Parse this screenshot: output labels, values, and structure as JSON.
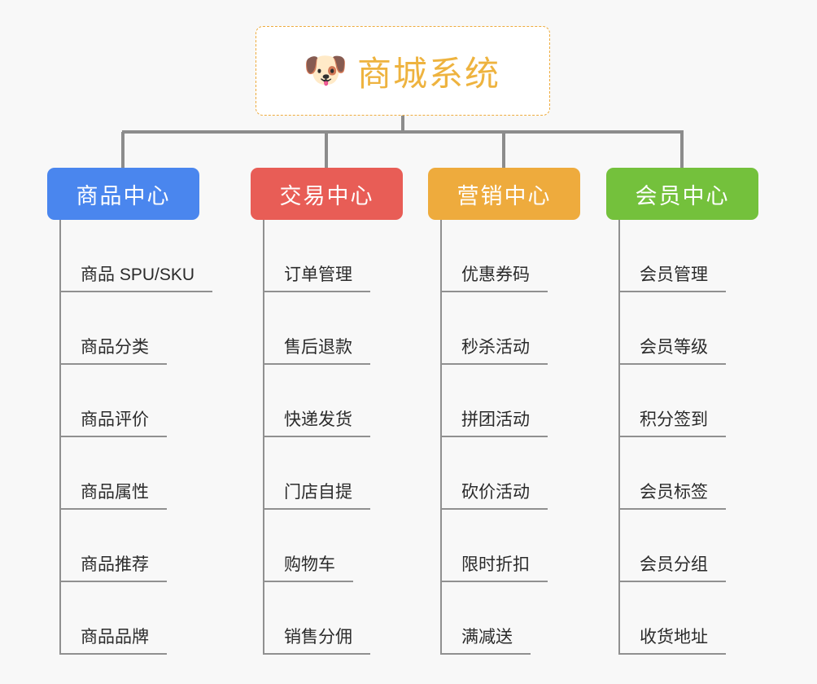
{
  "root": {
    "icon": "shiba-dog-emoji",
    "emoji": "🐶",
    "title": "商城系统",
    "border_color": "#eeab3d",
    "text_color": "#eeb33f"
  },
  "connector_color": "#8c8c8c",
  "background": "#f8f8f8",
  "branches": [
    {
      "label": "商品中心",
      "color": "#4a86ee",
      "children": [
        {
          "label": "商品 SPU/SKU"
        },
        {
          "label": "商品分类"
        },
        {
          "label": "商品评价"
        },
        {
          "label": "商品属性"
        },
        {
          "label": "商品推荐"
        },
        {
          "label": "商品品牌"
        }
      ]
    },
    {
      "label": "交易中心",
      "color": "#e85d56",
      "children": [
        {
          "label": "订单管理"
        },
        {
          "label": "售后退款"
        },
        {
          "label": "快递发货"
        },
        {
          "label": "门店自提"
        },
        {
          "label": "购物车"
        },
        {
          "label": "销售分佣"
        }
      ]
    },
    {
      "label": "营销中心",
      "color": "#eeab3d",
      "children": [
        {
          "label": "优惠券码"
        },
        {
          "label": "秒杀活动"
        },
        {
          "label": "拼团活动"
        },
        {
          "label": "砍价活动"
        },
        {
          "label": "限时折扣"
        },
        {
          "label": "满减送"
        }
      ]
    },
    {
      "label": "会员中心",
      "color": "#74c13c",
      "children": [
        {
          "label": "会员管理"
        },
        {
          "label": "会员等级"
        },
        {
          "label": "积分签到"
        },
        {
          "label": "会员标签"
        },
        {
          "label": "会员分组"
        },
        {
          "label": "收货地址"
        }
      ]
    }
  ]
}
